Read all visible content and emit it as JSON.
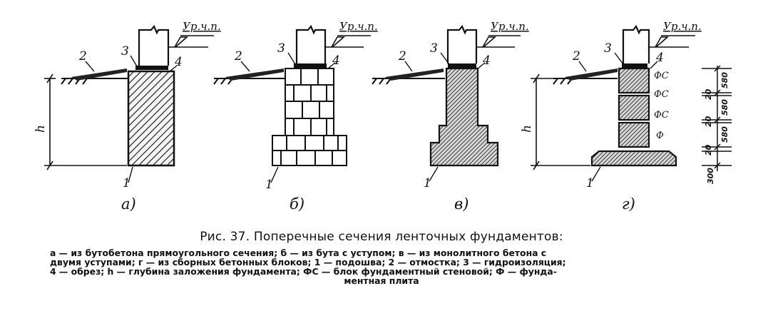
{
  "figure": {
    "level_label": "Ур.ч.п.",
    "depth_label": "h",
    "callouts": [
      "1",
      "2",
      "3",
      "4"
    ],
    "variants": [
      {
        "id": "a",
        "label": "а)"
      },
      {
        "id": "b",
        "label": "б)"
      },
      {
        "id": "v",
        "label": "в)"
      },
      {
        "id": "g",
        "label": "г)"
      }
    ],
    "block_labels": [
      "ФС",
      "ФС",
      "ФС",
      "Ф"
    ],
    "dimensions": [
      "580",
      "20",
      "580",
      "20",
      "580",
      "20",
      "300"
    ]
  },
  "caption": {
    "title": "Рис. 37. Поперечные сечения ленточных фундаментов:",
    "legend_lines": [
      "а — из бутобетона прямоугольного сечения; б — из бута с уступом; в — из монолитного бетона с",
      "двумя уступами; г — из сборных бетонных блоков; 1 — подошва; 2 — отмостка; 3 — гидроизоляция;",
      "4 — обрез; h — глубина заложения фундамента; ФС — блок фундаментный стеновой; Ф — фунда-",
      "ментная плита"
    ]
  }
}
